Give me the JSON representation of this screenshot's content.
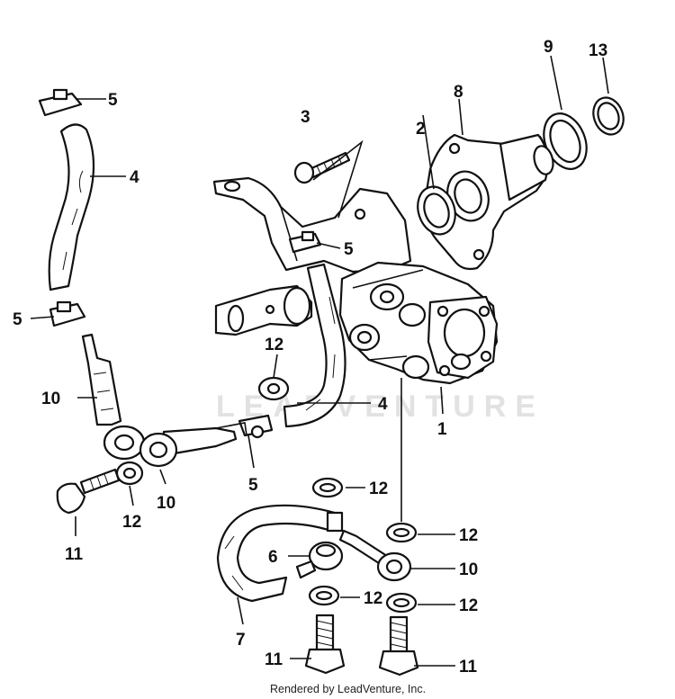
{
  "watermark": "LEADVENTURE",
  "credit": "Rendered by LeadVenture, Inc.",
  "callouts": {
    "c1": "1",
    "c2": "2",
    "c3": "3",
    "c4a": "4",
    "c4b": "4",
    "c5a": "5",
    "c5b": "5",
    "c5c": "5",
    "c5d": "5",
    "c6": "6",
    "c7": "7",
    "c8": "8",
    "c9": "9",
    "c10a": "10",
    "c10b": "10",
    "c10c": "10",
    "c11a": "11",
    "c11b": "11",
    "c11c": "11",
    "c12a": "12",
    "c12b": "12",
    "c12c": "12",
    "c12d": "12",
    "c12e": "12",
    "c12f": "12",
    "c13": "13"
  }
}
